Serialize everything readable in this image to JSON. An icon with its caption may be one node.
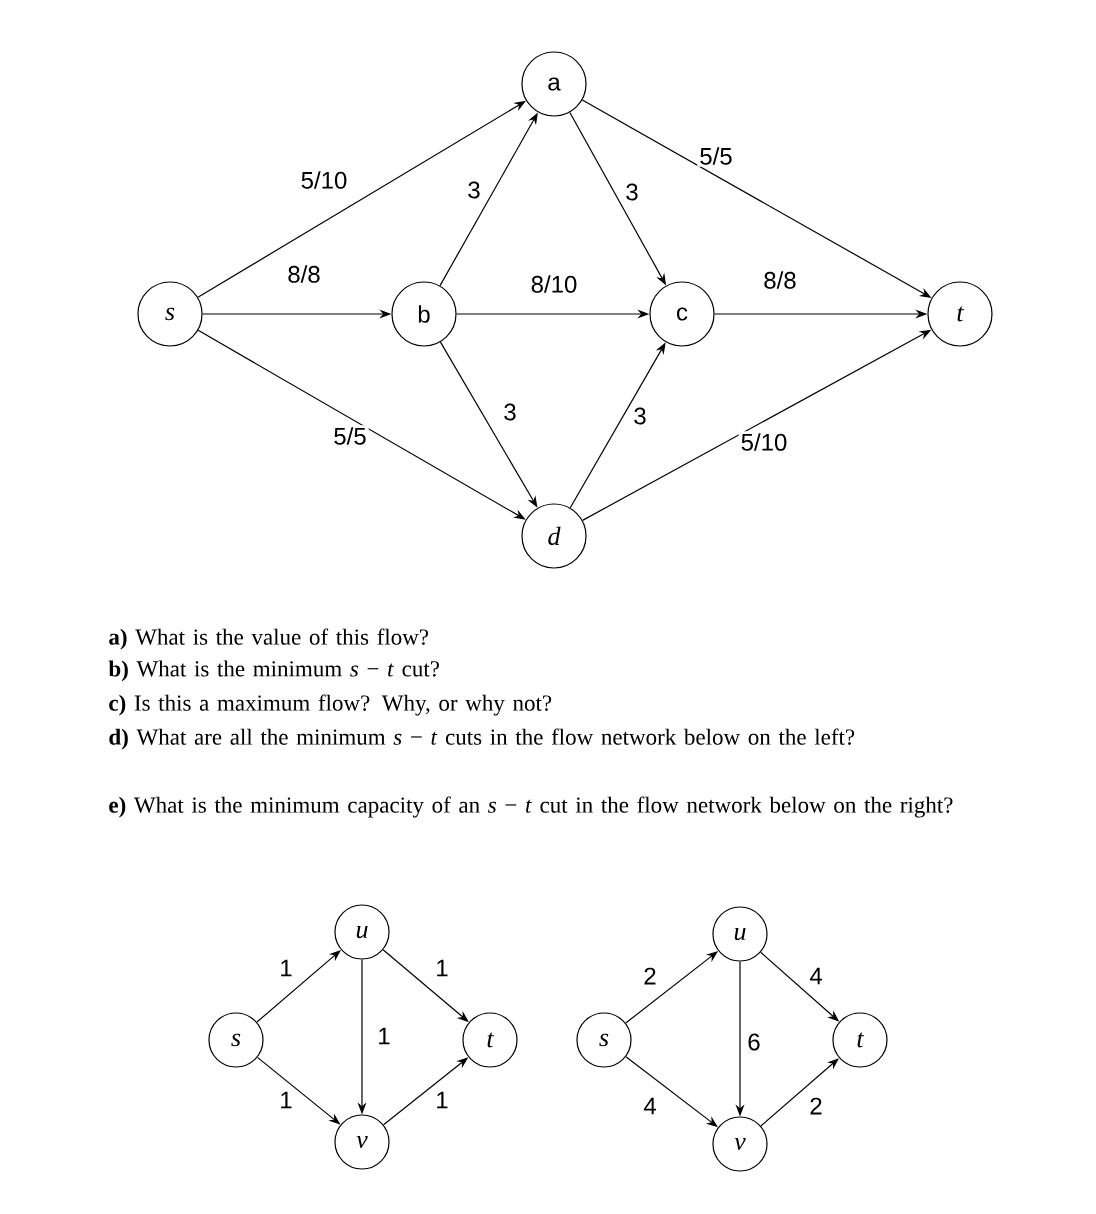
{
  "diagram": {
    "nodes": [
      {
        "text": [
          "s"
        ]
      },
      {
        "text": [
          "a"
        ]
      },
      {
        "text": [
          "b"
        ]
      },
      {
        "text": [
          "c"
        ]
      },
      {
        "text": [
          "d"
        ]
      },
      {
        "text": [
          "t"
        ]
      },
      {
        "text": [
          "s"
        ]
      },
      {
        "text": [
          "u"
        ]
      },
      {
        "text": [
          "v"
        ]
      },
      {
        "text": [
          "t"
        ]
      },
      {
        "text": [
          "s"
        ]
      },
      {
        "text": [
          "u"
        ]
      },
      {
        "text": [
          "v"
        ]
      },
      {
        "text": [
          "t"
        ]
      }
    ],
    "edges": [
      {
        "from": 0,
        "to": 1,
        "arrow": "to",
        "label": "5/10"
      },
      {
        "from": 0,
        "to": 2,
        "arrow": "to",
        "label": "8/8"
      },
      {
        "from": 0,
        "to": 4,
        "arrow": "to",
        "label": "5/5"
      },
      {
        "from": 2,
        "to": 1,
        "arrow": "to",
        "label": "3"
      },
      {
        "from": 1,
        "to": 3,
        "arrow": "to",
        "label": "3"
      },
      {
        "from": 1,
        "to": 5,
        "arrow": "to",
        "label": "5/5"
      },
      {
        "from": 2,
        "to": 3,
        "arrow": "to",
        "label": "8/10"
      },
      {
        "from": 3,
        "to": 5,
        "arrow": "to",
        "label": "8/8"
      },
      {
        "from": 2,
        "to": 4,
        "arrow": "to",
        "label": "3"
      },
      {
        "from": 4,
        "to": 3,
        "arrow": "to",
        "label": "3"
      },
      {
        "from": 4,
        "to": 5,
        "arrow": "to",
        "label": "5/10"
      },
      {
        "from": 6,
        "to": 7,
        "arrow": "to",
        "label": "1"
      },
      {
        "from": 6,
        "to": 8,
        "arrow": "to",
        "label": "1"
      },
      {
        "from": 7,
        "to": 8,
        "arrow": "to",
        "label": "1"
      },
      {
        "from": 7,
        "to": 9,
        "arrow": "to",
        "label": "1"
      },
      {
        "from": 8,
        "to": 9,
        "arrow": "to",
        "label": "1"
      },
      {
        "from": 10,
        "to": 11,
        "arrow": "to",
        "label": "2"
      },
      {
        "from": 10,
        "to": 12,
        "arrow": "to",
        "label": "4"
      },
      {
        "from": 11,
        "to": 12,
        "arrow": "to",
        "label": "6"
      },
      {
        "from": 11,
        "to": 13,
        "arrow": "to",
        "label": "4"
      },
      {
        "from": 12,
        "to": 13,
        "arrow": "to",
        "label": "2"
      }
    ],
    "labels": [
      "**a)** What is the value of this flow?",
      "**b)** What is the minimum *s* − *t* cut?",
      "**c)** Is this a maximum flow? Why, or why not?",
      "**d)** What are all the minimum *s* − *t* cuts in the flow network below on the left?",
      "**e)** What is the minimum capacity of an *s* − *t* cut in the flow network below on the right?"
    ]
  }
}
